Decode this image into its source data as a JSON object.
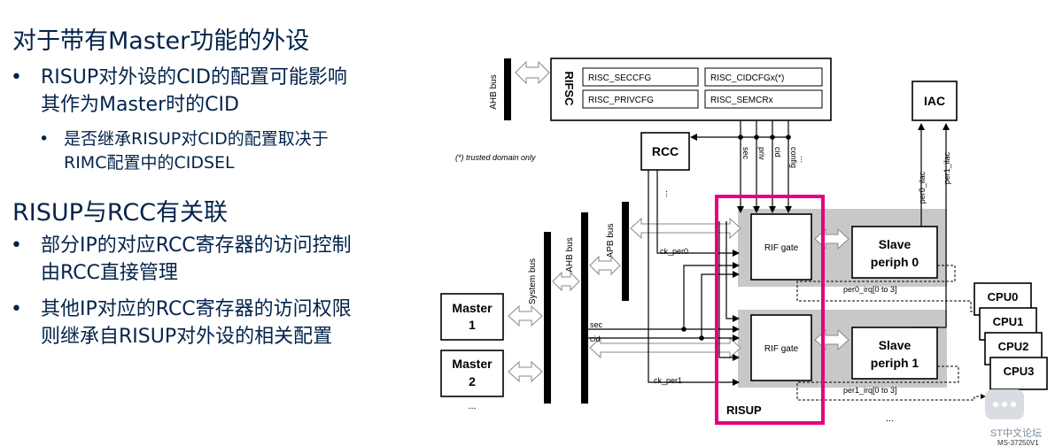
{
  "slide": {
    "heading1": "对于带有Master功能的外设",
    "bullet1": "RISUP对外设的CID的配置可能影响其作为Master时的CID",
    "bullet1_line1": "RISUP对外设的CID的配置可能影响",
    "bullet1_line2": "其作为Master时的CID",
    "sub_bullet1_line1": "是否继承RISUP对CID的配置取决于",
    "sub_bullet1_line2": "RIMC配置中的CIDSEL",
    "heading2": "RISUP与RCC有关联",
    "bullet2_line1": "部分IP的对应RCC寄存器的访问控制",
    "bullet2_line2": "由RCC直接管理",
    "bullet3_line1": "其他IP对应的RCC寄存器的访问权限",
    "bullet3_line2": "则继承自RISUP对外设的相关配置",
    "bullet_glyph": "•"
  },
  "diagram": {
    "rifsc_title": "RIFSC",
    "ahb_bus_top": "AHB bus",
    "reg_seccfg": "RISC_SECCFG",
    "reg_cidcfg": "RISC_CIDCFGx(*)",
    "reg_privcfg": "RISC_PRIVCFG",
    "reg_semcr": "RISC_SEMCRx",
    "trusted_note": "(*) trusted domain only",
    "rcc": "RCC",
    "iac": "IAC",
    "sig_sec": "sec",
    "sig_priv": "priv",
    "sig_cid": "cid",
    "sig_config": "config",
    "per0_ilac": "per0_ilac",
    "per1_ilac": "per1_ilac",
    "system_bus": "System bus",
    "ahb_bus": "AHB bus",
    "apb_bus": "APB bus",
    "master1": "Master\n1",
    "master1_a": "Master",
    "master1_b": "1",
    "master2_a": "Master",
    "master2_b": "2",
    "ck_per0": "ck_per0",
    "ck_per1": "ck_per1",
    "sec_label": "sec",
    "cid_label": "cid",
    "rif_gate0": "RIF gate",
    "rif_gate1": "RIF gate",
    "slave0_a": "Slave",
    "slave0_b": "periph 0",
    "slave1_a": "Slave",
    "slave1_b": "periph 1",
    "irq0": "per0_irq[0 to 3]",
    "irq1": "per1_irq[0 to 3]",
    "risup": "RISUP",
    "cpu0": "CPU0",
    "cpu1": "CPU1",
    "cpu2": "CPU2",
    "cpu3": "CPU3",
    "ellipsis": "...",
    "watermark": "ST中文论坛",
    "ref_code": "MS-37250V1"
  },
  "colors": {
    "text_navy": "#03234b",
    "risup_border": "#e6007e",
    "gray_panel": "#c8c8c8"
  }
}
